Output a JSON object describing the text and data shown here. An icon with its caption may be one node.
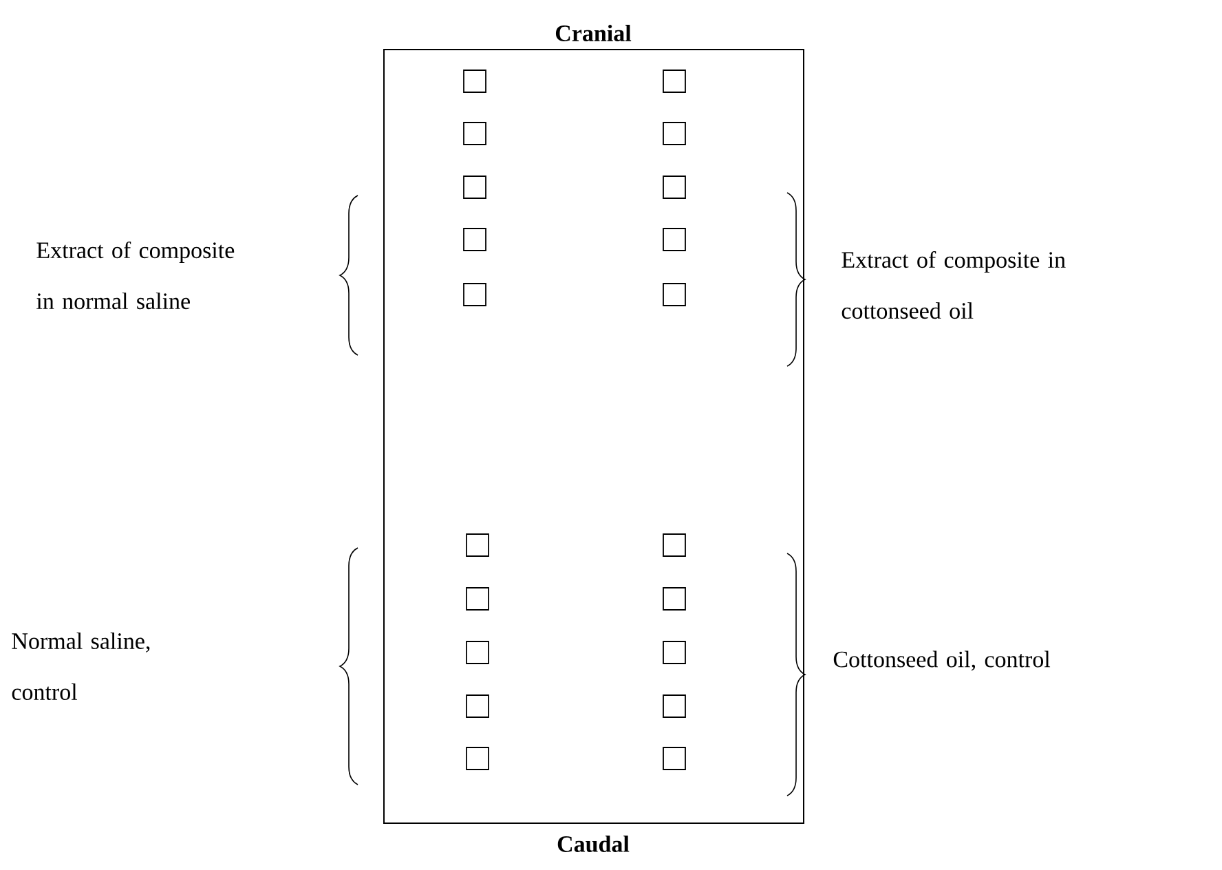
{
  "diagram": {
    "nodes": [
      {
        "text": [
          "Cranial",
          "Caudal"
        ]
      },
      {
        "text": [],
        "shape": "box",
        "in": 0
      },
      {
        "text": [],
        "shape": "box",
        "in": 0
      },
      {
        "text": [],
        "shape": "box",
        "in": 0
      },
      {
        "text": [],
        "shape": "box",
        "in": 0
      },
      {
        "text": [],
        "shape": "box",
        "in": 0
      },
      {
        "text": [],
        "shape": "box",
        "in": 0
      },
      {
        "text": [],
        "shape": "box",
        "in": 0
      },
      {
        "text": [],
        "shape": "box",
        "in": 0
      },
      {
        "text": [],
        "shape": "box",
        "in": 0
      },
      {
        "text": [],
        "shape": "box",
        "in": 0
      },
      {
        "text": [],
        "shape": "box",
        "in": 0
      },
      {
        "text": [],
        "shape": "box",
        "in": 0
      },
      {
        "text": [],
        "shape": "box",
        "in": 0
      },
      {
        "text": [],
        "shape": "box",
        "in": 0
      },
      {
        "text": [],
        "shape": "box",
        "in": 0
      },
      {
        "text": [],
        "shape": "box",
        "in": 0
      },
      {
        "text": [],
        "shape": "box",
        "in": 0
      },
      {
        "text": [],
        "shape": "box",
        "in": 0
      },
      {
        "text": [],
        "shape": "box",
        "in": 0
      },
      {
        "text": [],
        "shape": "box",
        "in": 0
      }
    ],
    "edges": [],
    "labels": [
      "Extract of composite in normal saline",
      "Extract of composite in cottonseed oil",
      "Normal saline, control",
      "Cottonseed oil, control"
    ]
  }
}
